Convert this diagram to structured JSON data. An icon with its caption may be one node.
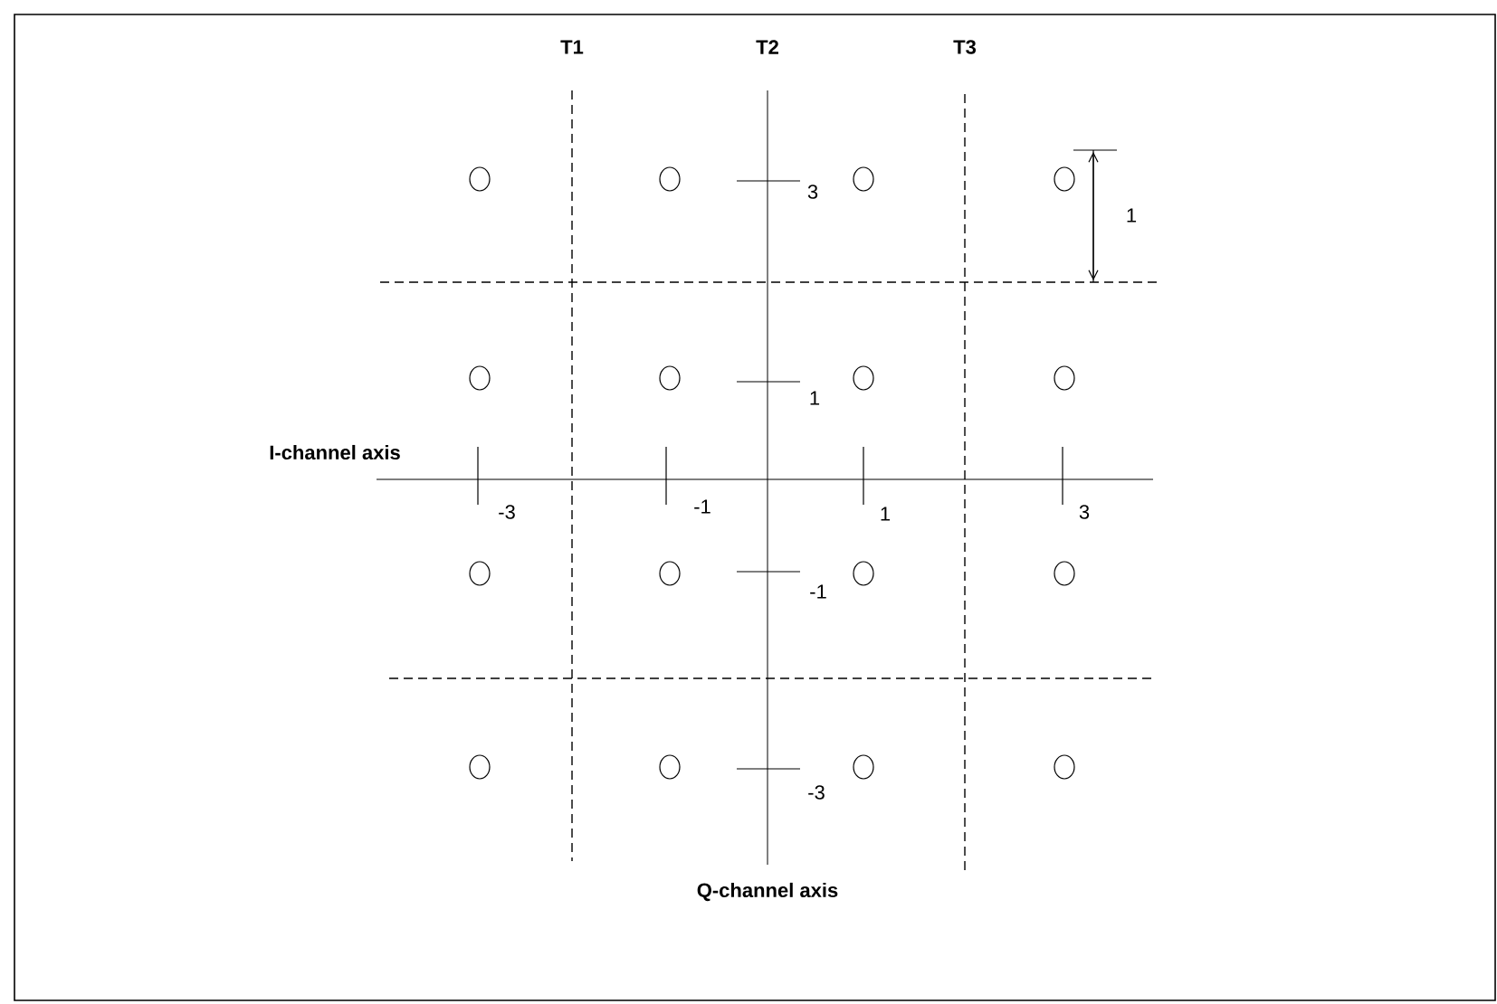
{
  "diagram": {
    "labels": [
      "T1",
      "T2",
      "T3",
      "3",
      "1",
      "1",
      "I-channel axis",
      "-3",
      "-1",
      "1",
      "3",
      "-1",
      "-3",
      "Q-channel axis"
    ]
  }
}
